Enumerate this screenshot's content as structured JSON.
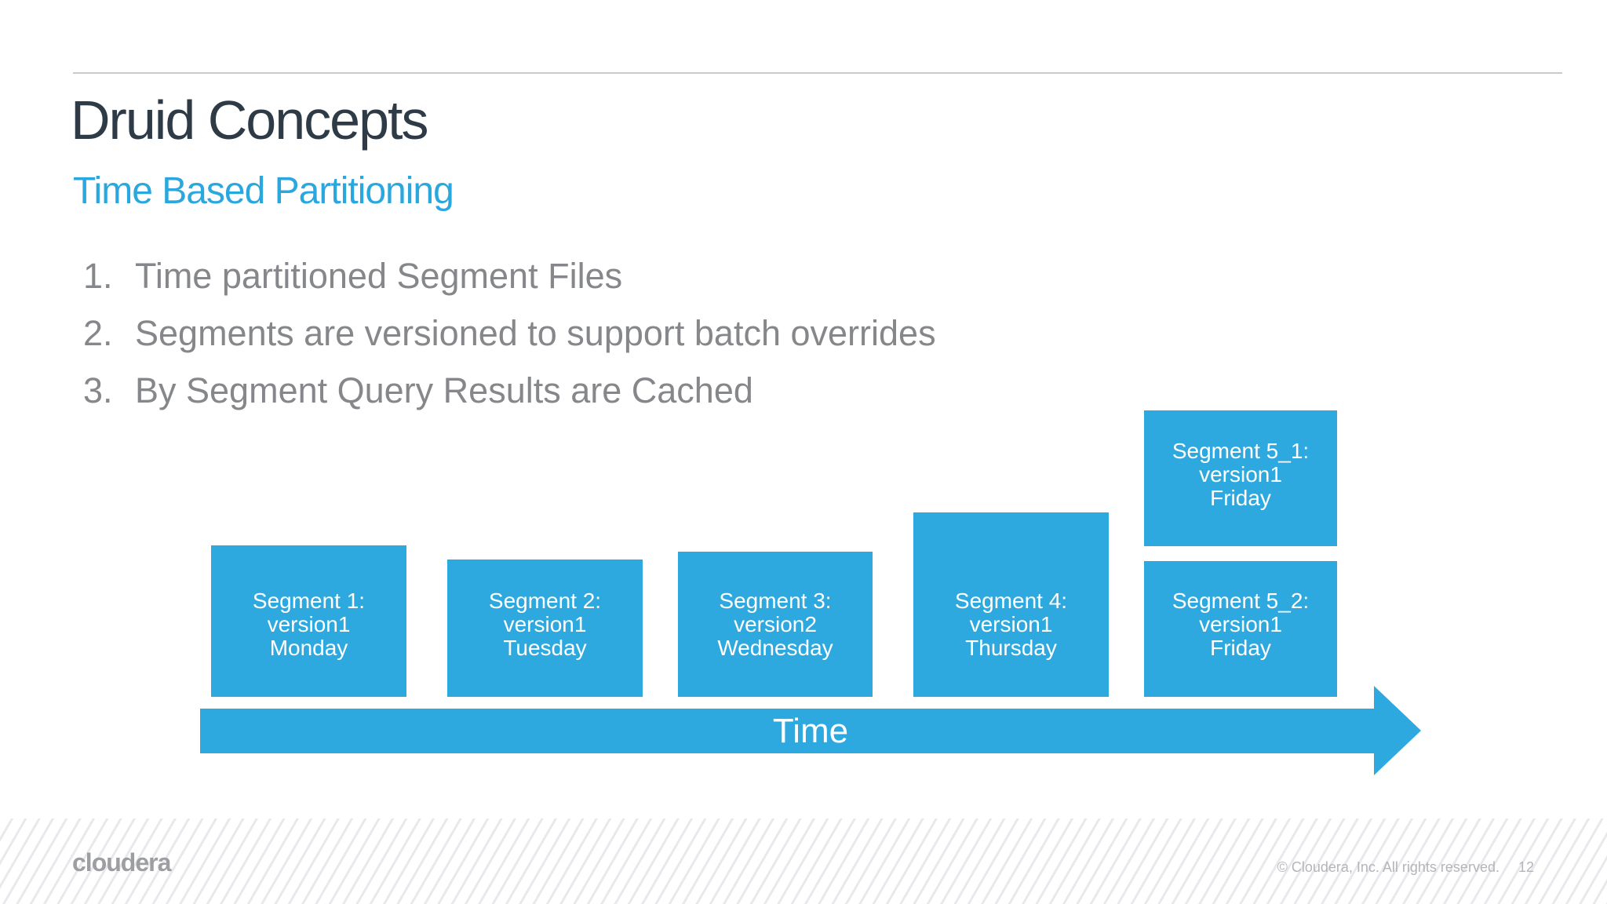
{
  "slide": {
    "title": "Druid Concepts",
    "subtitle": "Time Based Partitioning",
    "bullets": [
      {
        "number": "1.",
        "text": "Time partitioned Segment Files"
      },
      {
        "number": "2.",
        "text": "Segments are versioned to support batch overrides"
      },
      {
        "number": "3.",
        "text": "By Segment Query Results are Cached"
      }
    ]
  },
  "diagram": {
    "type": "timeline",
    "segments": [
      {
        "lines": [
          "Segment 1:",
          "version1",
          "Monday"
        ]
      },
      {
        "lines": [
          "Segment 2:",
          "version1",
          "Tuesday"
        ]
      },
      {
        "lines": [
          "Segment 3:",
          "version2",
          "Wednesday"
        ]
      },
      {
        "lines": [
          "Segment 4:",
          "version1",
          "Thursday"
        ]
      },
      {
        "lines": [
          "Segment 5_1:",
          "version1",
          "Friday"
        ]
      },
      {
        "lines": [
          "Segment 5_2:",
          "version1",
          "Friday"
        ]
      }
    ],
    "axis_label": "Time"
  },
  "footer": {
    "logo_text": "cloudera",
    "copyright": "© Cloudera, Inc. All rights reserved.",
    "page_number": "12"
  },
  "colors": {
    "accent_blue": "#2ea9df",
    "title_text": "#2e3b46",
    "subtitle_text": "#2aa7df",
    "body_text": "#85878a",
    "footer_text": "#b4b5b9",
    "logo_gray": "#9c9ea1",
    "divider_gray": "#cacaca"
  }
}
